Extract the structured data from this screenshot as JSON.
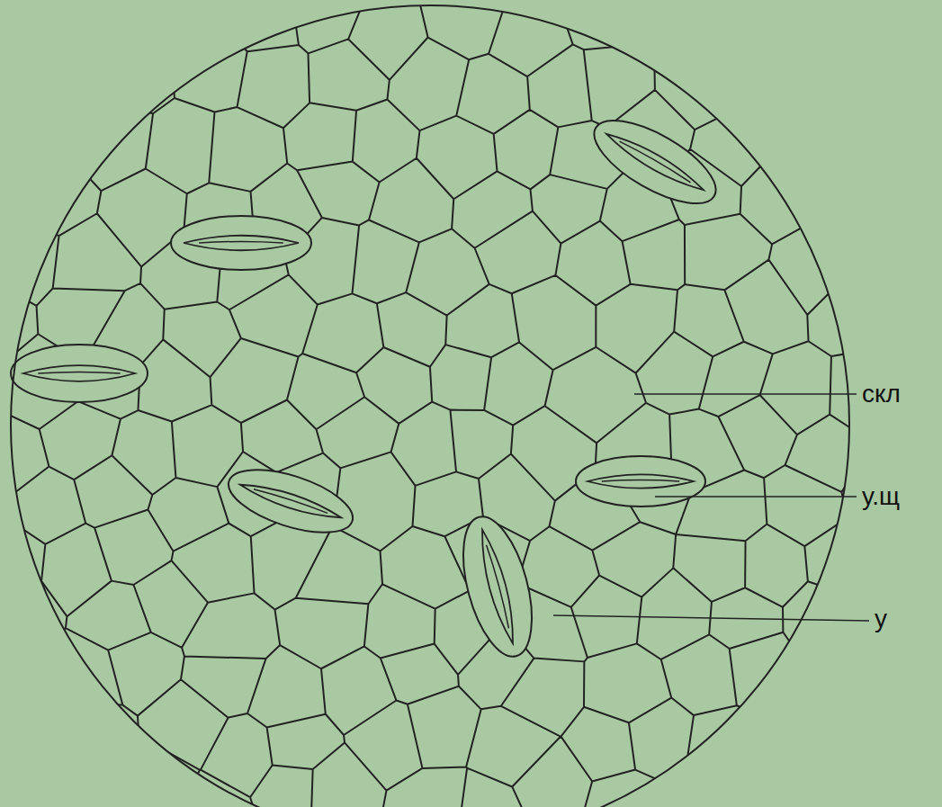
{
  "diagram": {
    "labels": [
      "скл",
      "у.щ",
      "у"
    ]
  }
}
